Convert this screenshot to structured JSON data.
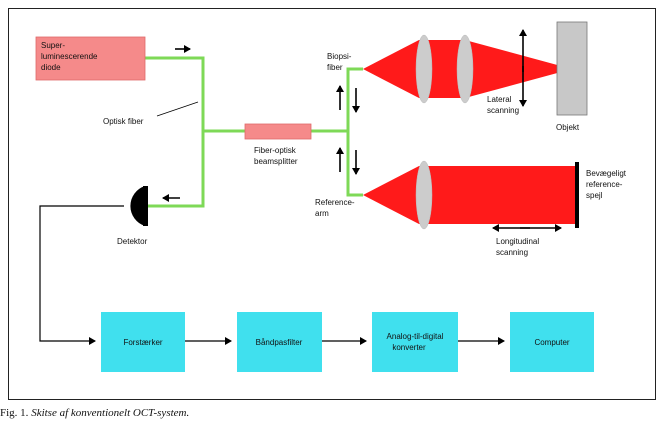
{
  "figure": {
    "caption_number": "Fig. 1.",
    "caption_text": "Skitse af konventionelt OCT-system."
  },
  "components": {
    "source": [
      "Super-",
      "luminescerende",
      "diode"
    ],
    "optical_fiber": "Optisk fiber",
    "beamsplitter": [
      "Fiber-optisk",
      "beamsplitter"
    ],
    "biopsy_fiber": [
      "Biopsi-",
      "fiber"
    ],
    "reference_arm": [
      "Reference-",
      "arm"
    ],
    "lateral_scanning": [
      "Lateral",
      "scanning"
    ],
    "object": "Objekt",
    "mirror": [
      "Bevægeligt",
      "reference-",
      "spejl"
    ],
    "longitudinal_scanning": [
      "Longitudinal",
      "scanning"
    ],
    "detector": "Detektor"
  },
  "signal_chain": [
    "Forstærker",
    "Båndpasfilter",
    [
      "Analog-til-digital",
      "konverter"
    ],
    "Computer"
  ],
  "colors": {
    "source_fill": "#f58a8a",
    "beamsplitter_fill": "#f58a8a",
    "fiber": "#7ed957",
    "beam": "#ff1a1a",
    "lens": "#cccccc",
    "object": "#c8c8c8",
    "block_fill": "#40e0ee",
    "detector": "#000000"
  }
}
